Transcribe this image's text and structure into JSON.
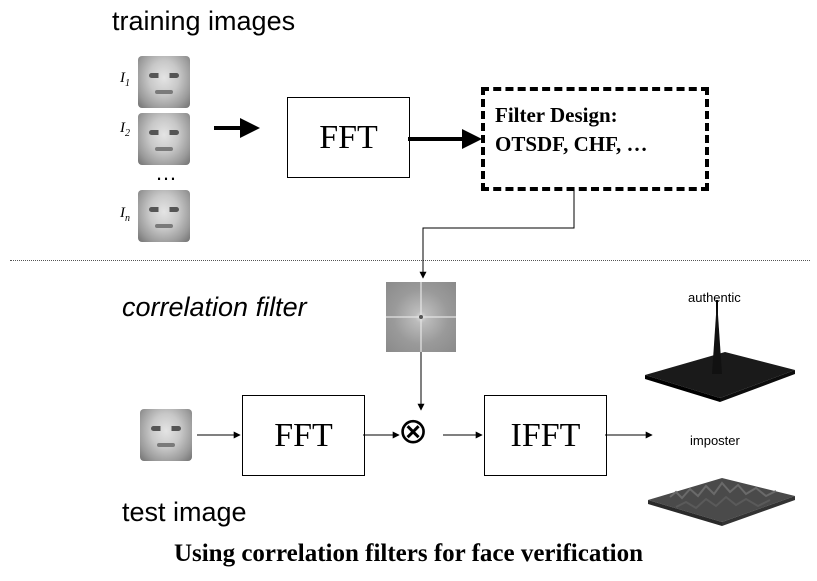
{
  "headings": {
    "training": "training images",
    "filter": "correlation filter",
    "test": "test image"
  },
  "training_labels": [
    {
      "base": "I",
      "sub": "1"
    },
    {
      "base": "I",
      "sub": "2"
    },
    {
      "base": "I",
      "sub": "n"
    }
  ],
  "ellipsis": "…",
  "boxes": {
    "fft_top": "FFT",
    "filter_design_line1": "Filter Design:",
    "filter_design_line2": "OTSDF, CHF, …",
    "fft_bottom": "FFT",
    "ifft": "IFFT"
  },
  "multiply_symbol": "⊗",
  "outputs": {
    "authentic": "authentic",
    "imposter": "imposter"
  },
  "caption": "Using correlation filters for face verification"
}
